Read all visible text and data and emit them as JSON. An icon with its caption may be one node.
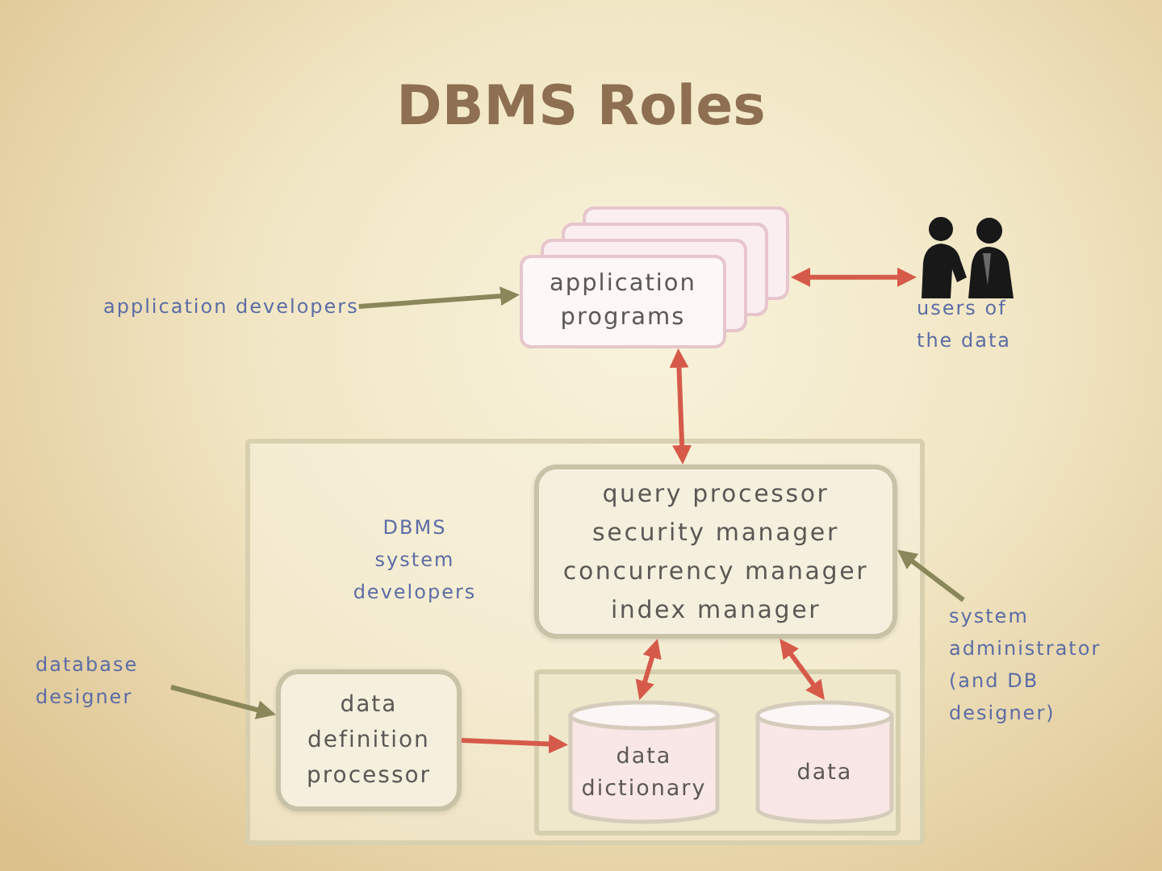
{
  "diagram": {
    "title": "DBMS Roles",
    "nodes": [
      {
        "text": [
          "application developers"
        ]
      },
      {
        "text": [
          "application programs"
        ]
      },
      {
        "text": [
          "users of the data"
        ]
      },
      {
        "text": [
          "DBMS system developers"
        ]
      },
      {
        "text": [
          "query processor",
          "security manager",
          "concurrency manager",
          "index manager"
        ],
        "in": 3
      },
      {
        "text": [
          "system administrator (and DB designer)"
        ]
      },
      {
        "text": [
          "database designer"
        ]
      },
      {
        "text": [
          "data definition processor"
        ],
        "in": 3
      },
      {
        "text": [],
        "shape": "box",
        "in": 3
      },
      {
        "text": [
          "data dictionary"
        ],
        "in": 8
      },
      {
        "text": [
          "data"
        ],
        "in": 8
      }
    ],
    "edges": [
      {
        "from": 0,
        "to": 1,
        "arrow": "to",
        "color": "#8a875a"
      },
      {
        "from": 1,
        "to": 2,
        "arrow": "both"
      },
      {
        "from": 1,
        "to": 4,
        "arrow": "both"
      },
      {
        "from": 5,
        "to": 4,
        "arrow": "to",
        "color": "#8a875a"
      },
      {
        "from": 6,
        "to": 7,
        "arrow": "to",
        "color": "#8a875a"
      },
      {
        "from": 4,
        "to": 9,
        "arrow": "both"
      },
      {
        "from": 4,
        "to": 10,
        "arrow": "both"
      },
      {
        "from": 7,
        "to": 9,
        "arrow": "to"
      }
    ]
  }
}
